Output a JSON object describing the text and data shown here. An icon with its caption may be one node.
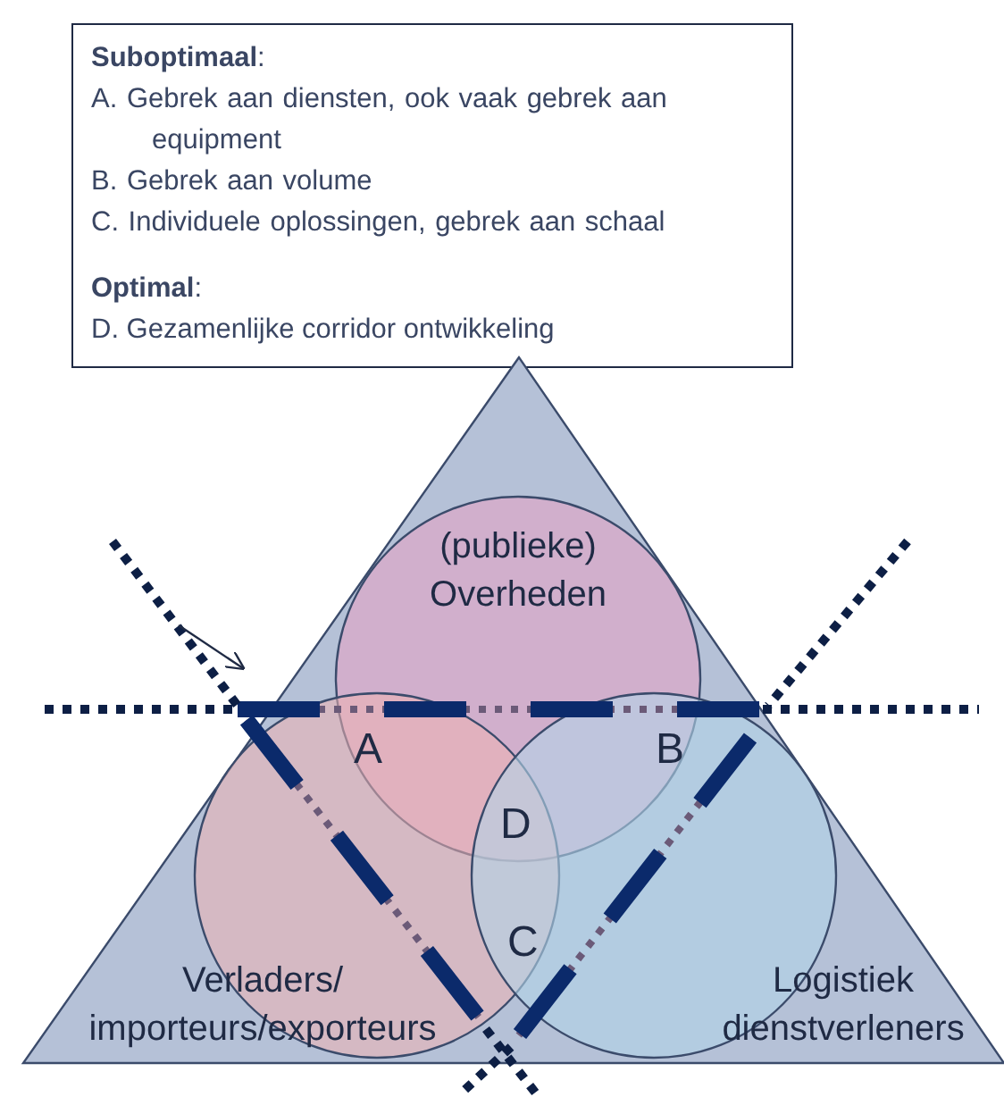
{
  "diagram": {
    "nodes": [
      {
        "text": [
          "**Suboptimaal**:",
          "A. Gebrek aan diensten, ook vaak gebrek aan equipment",
          "B. Gebrek aan volume",
          "C. Individuele oplossingen, gebrek aan schaal",
          "**Optimal**:",
          "D. Gezamenlijke corridor ontwikkeling"
        ]
      },
      {
        "text": [],
        "shape": "triangle"
      },
      {
        "text": [
          "(publieke) Overheden"
        ],
        "in": 1
      },
      {
        "text": [
          "Verladers/ importeurs/exporteurs"
        ],
        "in": 1
      },
      {
        "text": [
          "Logistiek dienstverleners"
        ],
        "in": 1
      }
    ],
    "edges": [],
    "labels": [
      "A",
      "B",
      "D",
      "C"
    ]
  }
}
